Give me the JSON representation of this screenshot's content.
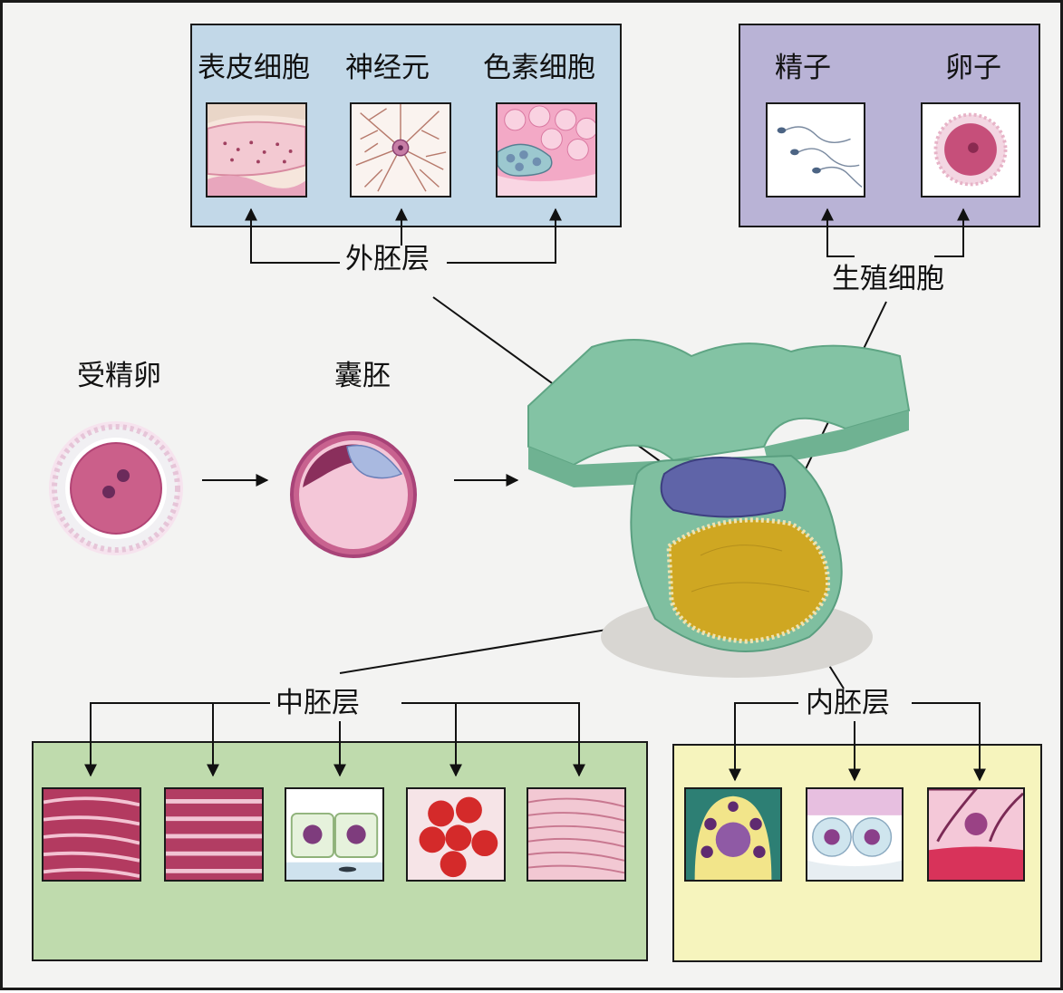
{
  "colors": {
    "ectoderm_panel": "#c2d8e8",
    "germ_cell_panel": "#b9b3d6",
    "mesoderm_panel": "#bfdbad",
    "endoderm_panel": "#f6f4bd",
    "background": "#f3f3f2"
  },
  "ectoderm": {
    "label": "外胚层",
    "cells": [
      "表皮细胞",
      "神经元",
      "色素细胞"
    ]
  },
  "germ_cells": {
    "label": "生殖细胞",
    "cells": [
      "精子",
      "卵子"
    ]
  },
  "stages": {
    "zygote": "受精卵",
    "blastocyst": "囊胚"
  },
  "mesoderm": {
    "label": "中胚层"
  },
  "endoderm": {
    "label": "内胚层"
  },
  "icons": [
    "epidermal-cell-icon",
    "neuron-icon",
    "pigment-cell-icon",
    "sperm-icon",
    "egg-icon",
    "zygote-icon",
    "blastocyst-icon",
    "gastrula-icon",
    "cardiac-muscle-icon",
    "skeletal-muscle-icon",
    "tubule-cell-icon",
    "red-blood-cell-icon",
    "smooth-muscle-icon",
    "lung-cell-icon",
    "thyroid-cell-icon",
    "pancreatic-cell-icon"
  ]
}
